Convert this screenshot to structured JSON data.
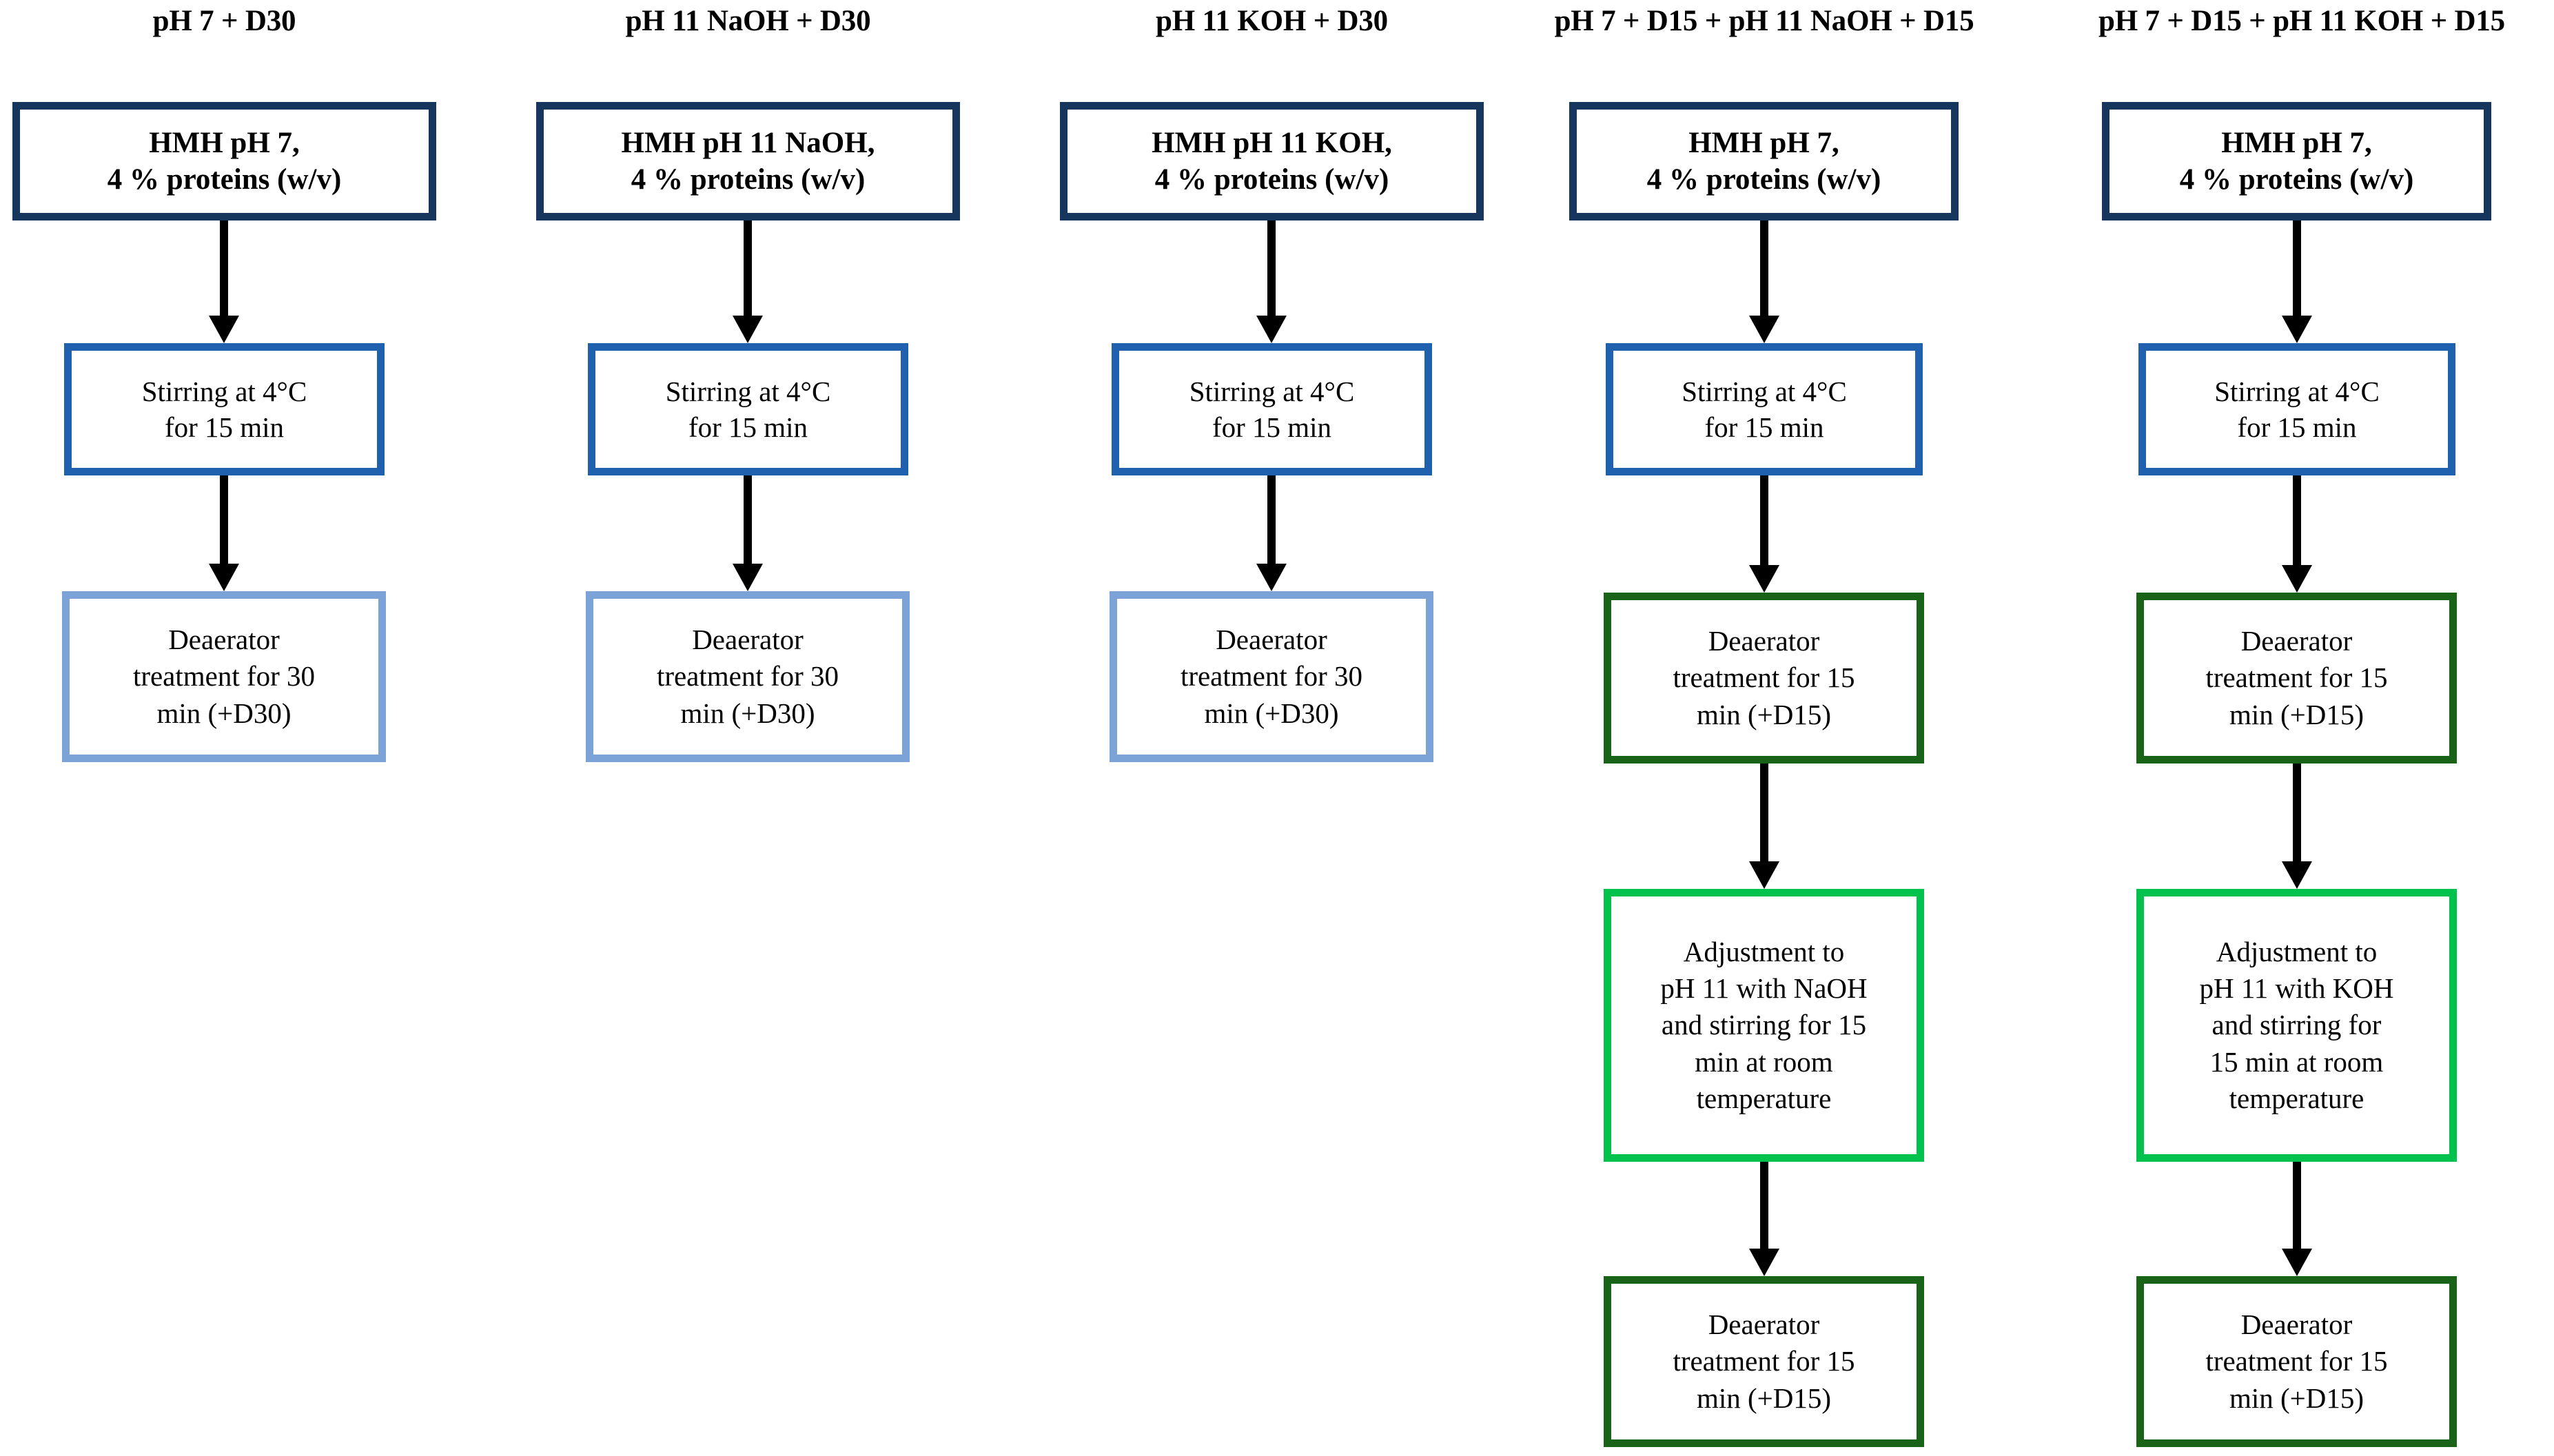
{
  "diagram": {
    "title_present": false,
    "colors": {
      "navy_dark": "#17365D",
      "blue_medium": "#1F61AE",
      "blue_light": "#7BA3D8",
      "green_dark": "#186318",
      "green_bright": "#00C24D",
      "arrow": "#000000",
      "background": "#FFFFFF"
    },
    "columns": [
      {
        "id": "col-1",
        "header": "pH 7 + D30",
        "nodes": [
          {
            "id": "c1-n1",
            "style": "start",
            "text": "HMH pH 7,\n4 % proteins (w/v)"
          },
          {
            "id": "c1-n2",
            "style": "stir",
            "text": "Stirring at 4°C\nfor 15 min"
          },
          {
            "id": "c1-n3",
            "style": "deaer-light",
            "text": "Deaerator\ntreatment for 30\nmin (+D30)"
          }
        ]
      },
      {
        "id": "col-2",
        "header": "pH 11 NaOH + D30",
        "nodes": [
          {
            "id": "c2-n1",
            "style": "start",
            "text": "HMH pH 11 NaOH,\n4 % proteins (w/v)"
          },
          {
            "id": "c2-n2",
            "style": "stir",
            "text": "Stirring at 4°C\nfor 15 min"
          },
          {
            "id": "c2-n3",
            "style": "deaer-light",
            "text": "Deaerator\ntreatment for 30\nmin (+D30)"
          }
        ]
      },
      {
        "id": "col-3",
        "header": "pH 11 KOH + D30",
        "nodes": [
          {
            "id": "c3-n1",
            "style": "start",
            "text": "HMH pH 11 KOH,\n4 % proteins (w/v)"
          },
          {
            "id": "c3-n2",
            "style": "stir",
            "text": "Stirring at 4°C\nfor 15 min"
          },
          {
            "id": "c3-n3",
            "style": "deaer-light",
            "text": "Deaerator\ntreatment for 30\nmin (+D30)"
          }
        ]
      },
      {
        "id": "col-4",
        "header": "pH 7 + D15 + pH 11 NaOH + D15",
        "nodes": [
          {
            "id": "c4-n1",
            "style": "start",
            "text": "HMH pH 7,\n4 % proteins (w/v)"
          },
          {
            "id": "c4-n2",
            "style": "stir",
            "text": "Stirring at 4°C\nfor 15 min"
          },
          {
            "id": "c4-n3",
            "style": "deaer-dark",
            "text": "Deaerator\ntreatment for 15\nmin (+D15)"
          },
          {
            "id": "c4-n4",
            "style": "adjust",
            "text": "Adjustment to\npH 11 with NaOH\nand stirring for 15\nmin at room\ntemperature"
          },
          {
            "id": "c4-n5",
            "style": "deaer-dark",
            "text": "Deaerator\ntreatment for 15\nmin (+D15)"
          }
        ]
      },
      {
        "id": "col-5",
        "header": "pH 7 + D15 + pH 11 KOH + D15",
        "nodes": [
          {
            "id": "c5-n1",
            "style": "start",
            "text": "HMH pH 7,\n4 % proteins (w/v)"
          },
          {
            "id": "c5-n2",
            "style": "stir",
            "text": "Stirring at 4°C\nfor 15 min"
          },
          {
            "id": "c5-n3",
            "style": "deaer-dark",
            "text": "Deaerator\ntreatment for 15\nmin (+D15)"
          },
          {
            "id": "c5-n4",
            "style": "adjust",
            "text": "Adjustment to\npH 11 with KOH\nand stirring for\n15 min at room\ntemperature"
          },
          {
            "id": "c5-n5",
            "style": "deaer-dark",
            "text": "Deaerator\ntreatment for 15\nmin (+D15)"
          }
        ]
      }
    ]
  }
}
